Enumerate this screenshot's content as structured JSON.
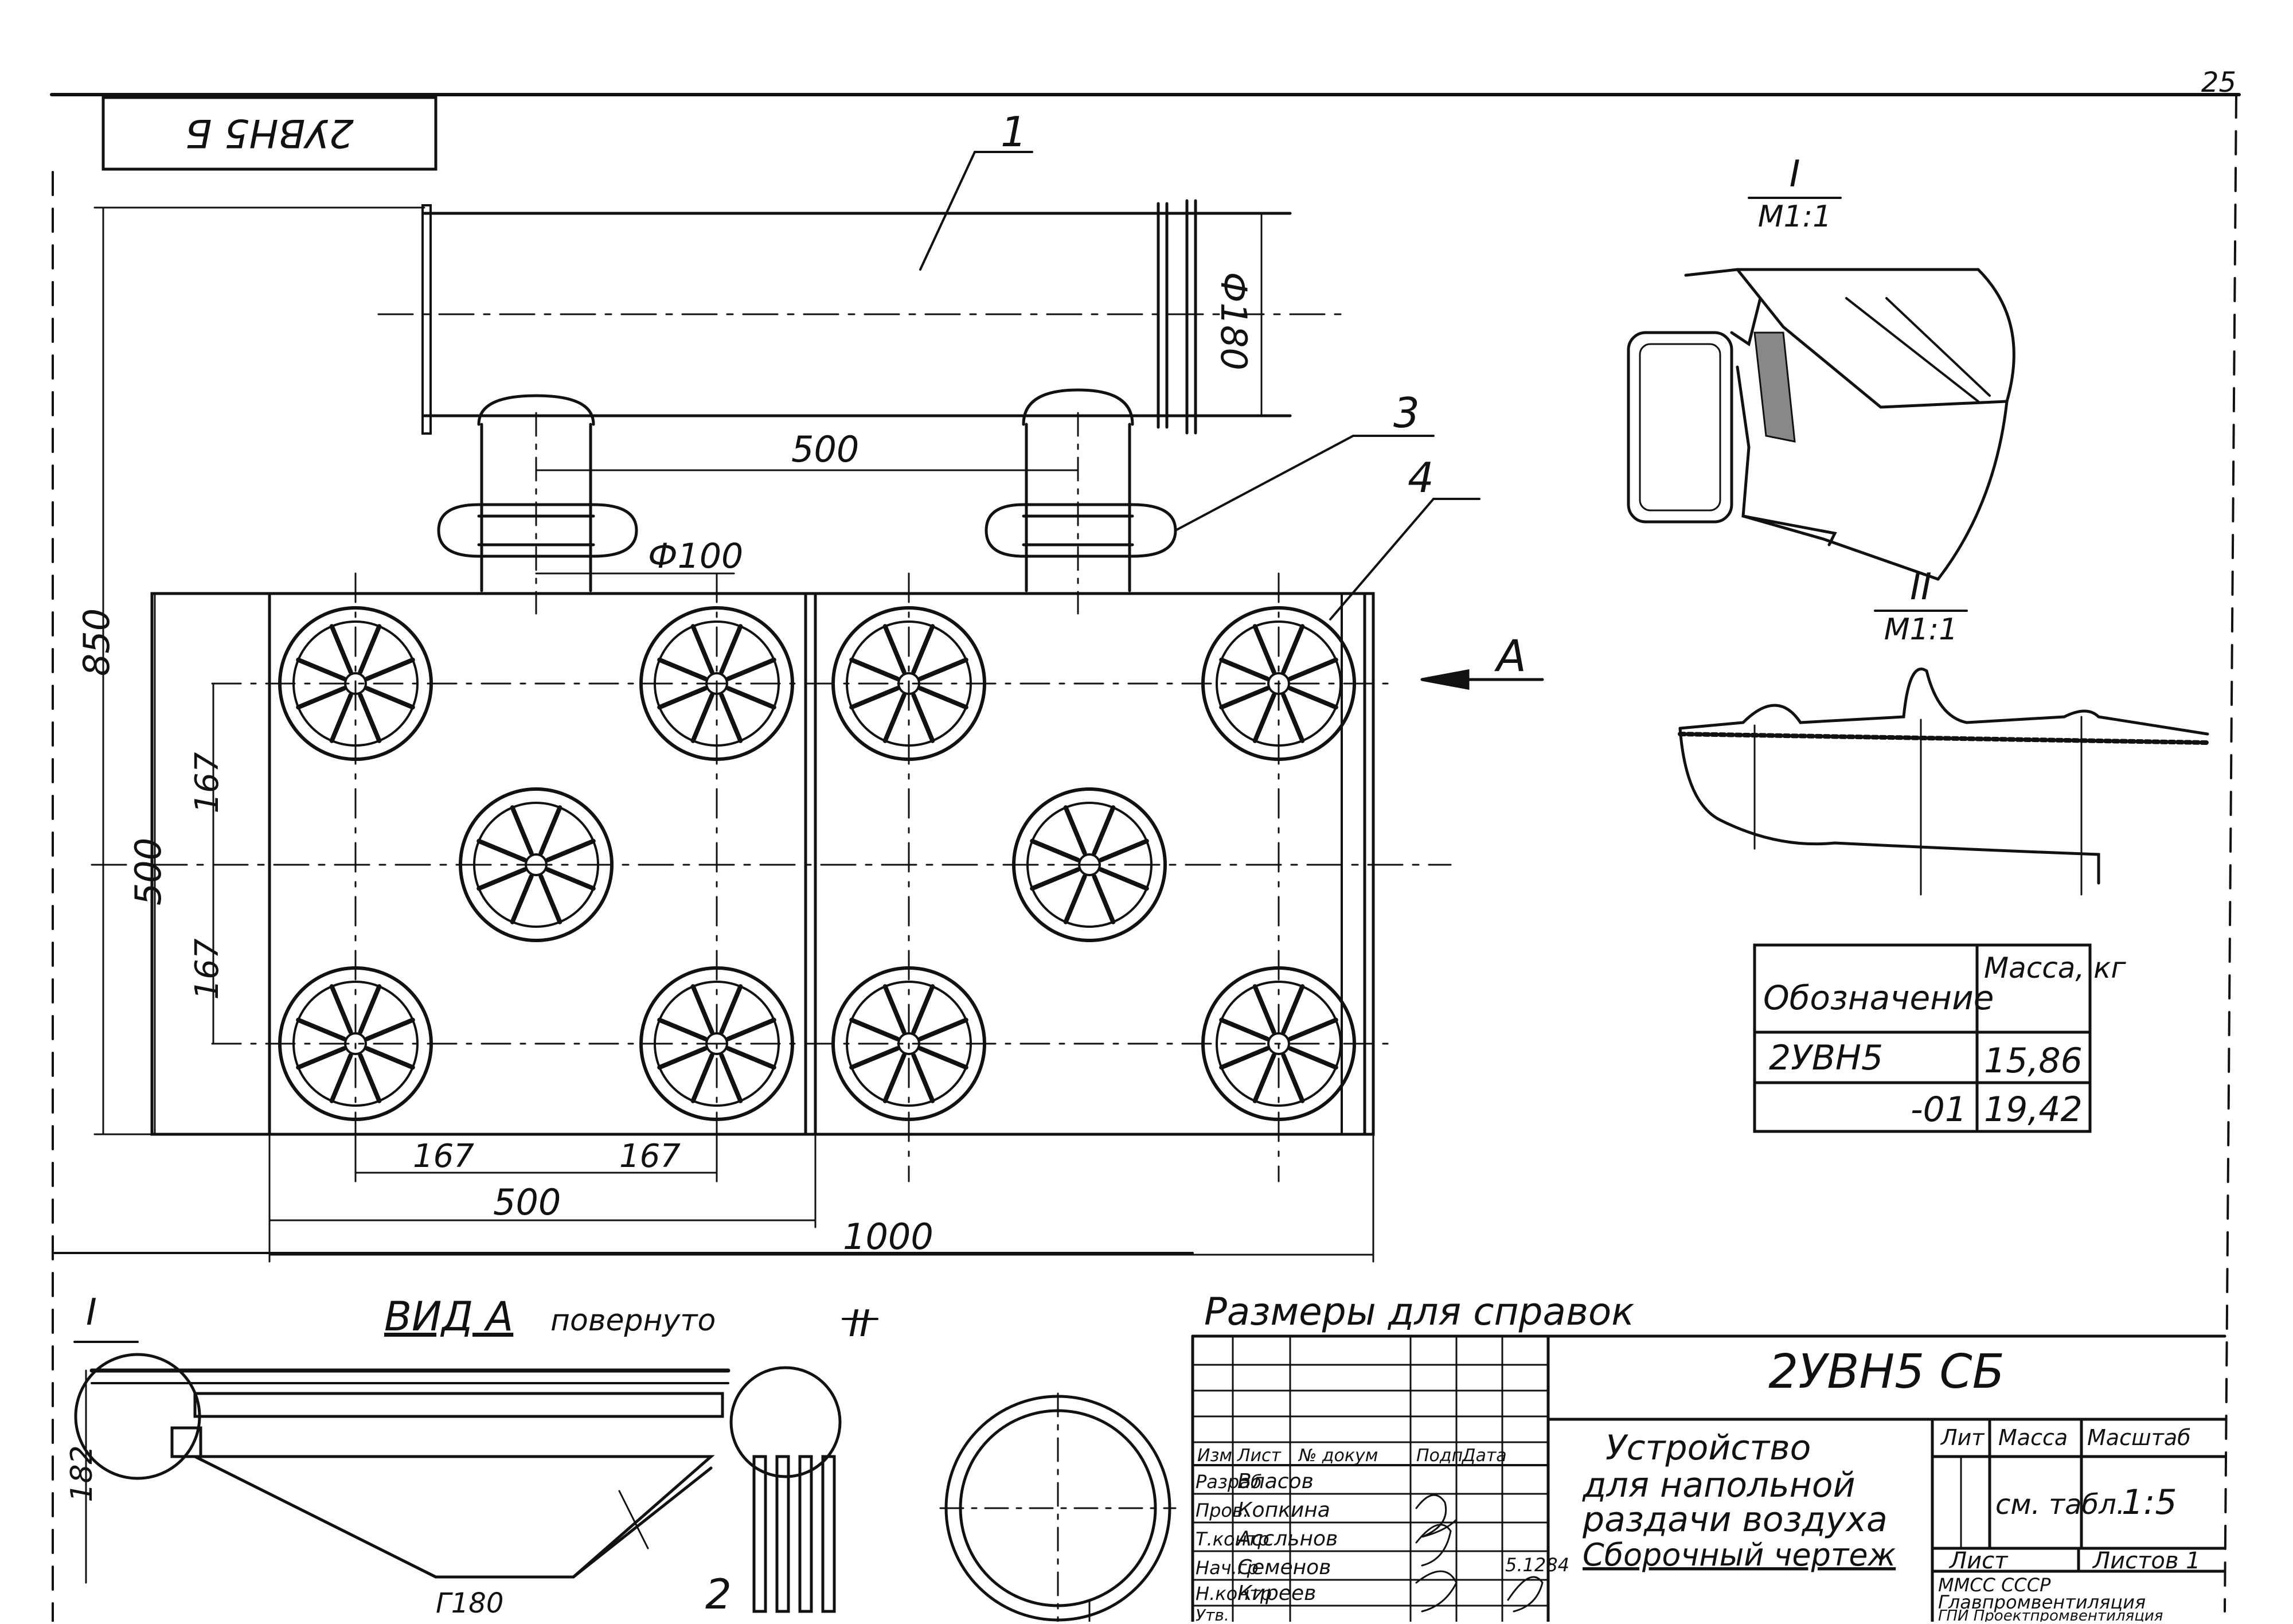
{
  "page_number": "25",
  "stamp_top": "2УВН5 Б",
  "positions": {
    "p1": "1",
    "p2": "2",
    "p3": "3",
    "p4": "4"
  },
  "dims": {
    "d180": "Ф180",
    "d100": "Ф100",
    "h850": "850",
    "h500": "500",
    "h167a": "167",
    "h167b": "167",
    "w500_top": "500",
    "w167a": "167",
    "w167b": "167",
    "w500": "500",
    "w1000": "1000",
    "h182": "182",
    "d180_bottom": "Г180"
  },
  "view_arrow": "А",
  "detail1": {
    "mark": "I",
    "scale": "М1:1"
  },
  "detail2": {
    "mark": "II",
    "scale": "М1:1"
  },
  "view_title": {
    "main": "ВИД А",
    "suffix": "повернуто"
  },
  "callout_I": "I",
  "callout_II": "II",
  "mass_table": {
    "headers": [
      "Обозначение",
      "Масса, кг"
    ],
    "rows": [
      [
        "2УВН5",
        "15,86"
      ],
      [
        "-01",
        "19,42"
      ]
    ]
  },
  "note": "Размеры для справок",
  "title_block": {
    "code": "2УВН5 СБ",
    "name": [
      "Устройство",
      "для напольной",
      "раздачи воздуха"
    ],
    "doc_type": "Сборочный чертеж",
    "col_lit": "Лит",
    "col_mass": "Масса",
    "col_scale": "Масштаб",
    "mass_value": "см. табл.",
    "scale_value": "1:5",
    "sheet": "Лист",
    "sheets": "Листов 1",
    "org_lines": [
      "ММСС СССР",
      "Главпромвентиляция",
      "ГПИ Проектпромвентиляция"
    ],
    "sign_header": [
      "Изм",
      "Лист",
      "№ докум",
      "Подп",
      "Дата"
    ],
    "sign_rows": [
      [
        "Разраб",
        "Власов"
      ],
      [
        "Пров.",
        "Копкина"
      ],
      [
        "Т.контр",
        "Ассльнов"
      ],
      [
        "Нач.гр",
        "Семенов"
      ],
      [
        "Н.контр",
        "Киреев"
      ],
      [
        "Утв.",
        ""
      ]
    ],
    "date_mark": "5.1284"
  }
}
